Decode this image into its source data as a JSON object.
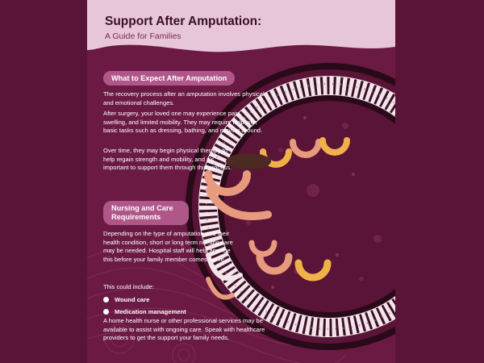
{
  "header": {
    "title": "Support After Amputation:",
    "subtitle": "A Guide for Families"
  },
  "section1": {
    "heading": "What to Expect After Amputation",
    "paragraphs": [
      "The recovery process after an amputation involves physical and emotional challenges.",
      "After surgery, your loved one may experience pain, swelling, and limited mobility. They may require help with basic tasks such as dressing, bathing, and moving around.",
      "Over time, they may begin physical therapy to help regain strength and mobility, and it's important to support them through this process."
    ]
  },
  "section2": {
    "heading": "Nursing and Care Requirements",
    "paragraphs": [
      "Depending on the type of amputation and their health condition, short or long term nursing care may be needed. Hospital staff will help arrange this before your family member comes home.",
      "This could include:"
    ],
    "bullets": [
      "Wound care",
      "Medication management"
    ],
    "closing": "A home health nurse or other professional services may be available to assist with ongoing care. Speak with healthcare providers to get the support your family needs."
  },
  "colors": {
    "background": "#6b1a44",
    "header_band": "#e7c6da",
    "pill": "#b0578a",
    "artwork_ring": "#2a0a18",
    "artwork_shapes": [
      "#e89a7e",
      "#f1b14a",
      "#4a2a22"
    ]
  }
}
